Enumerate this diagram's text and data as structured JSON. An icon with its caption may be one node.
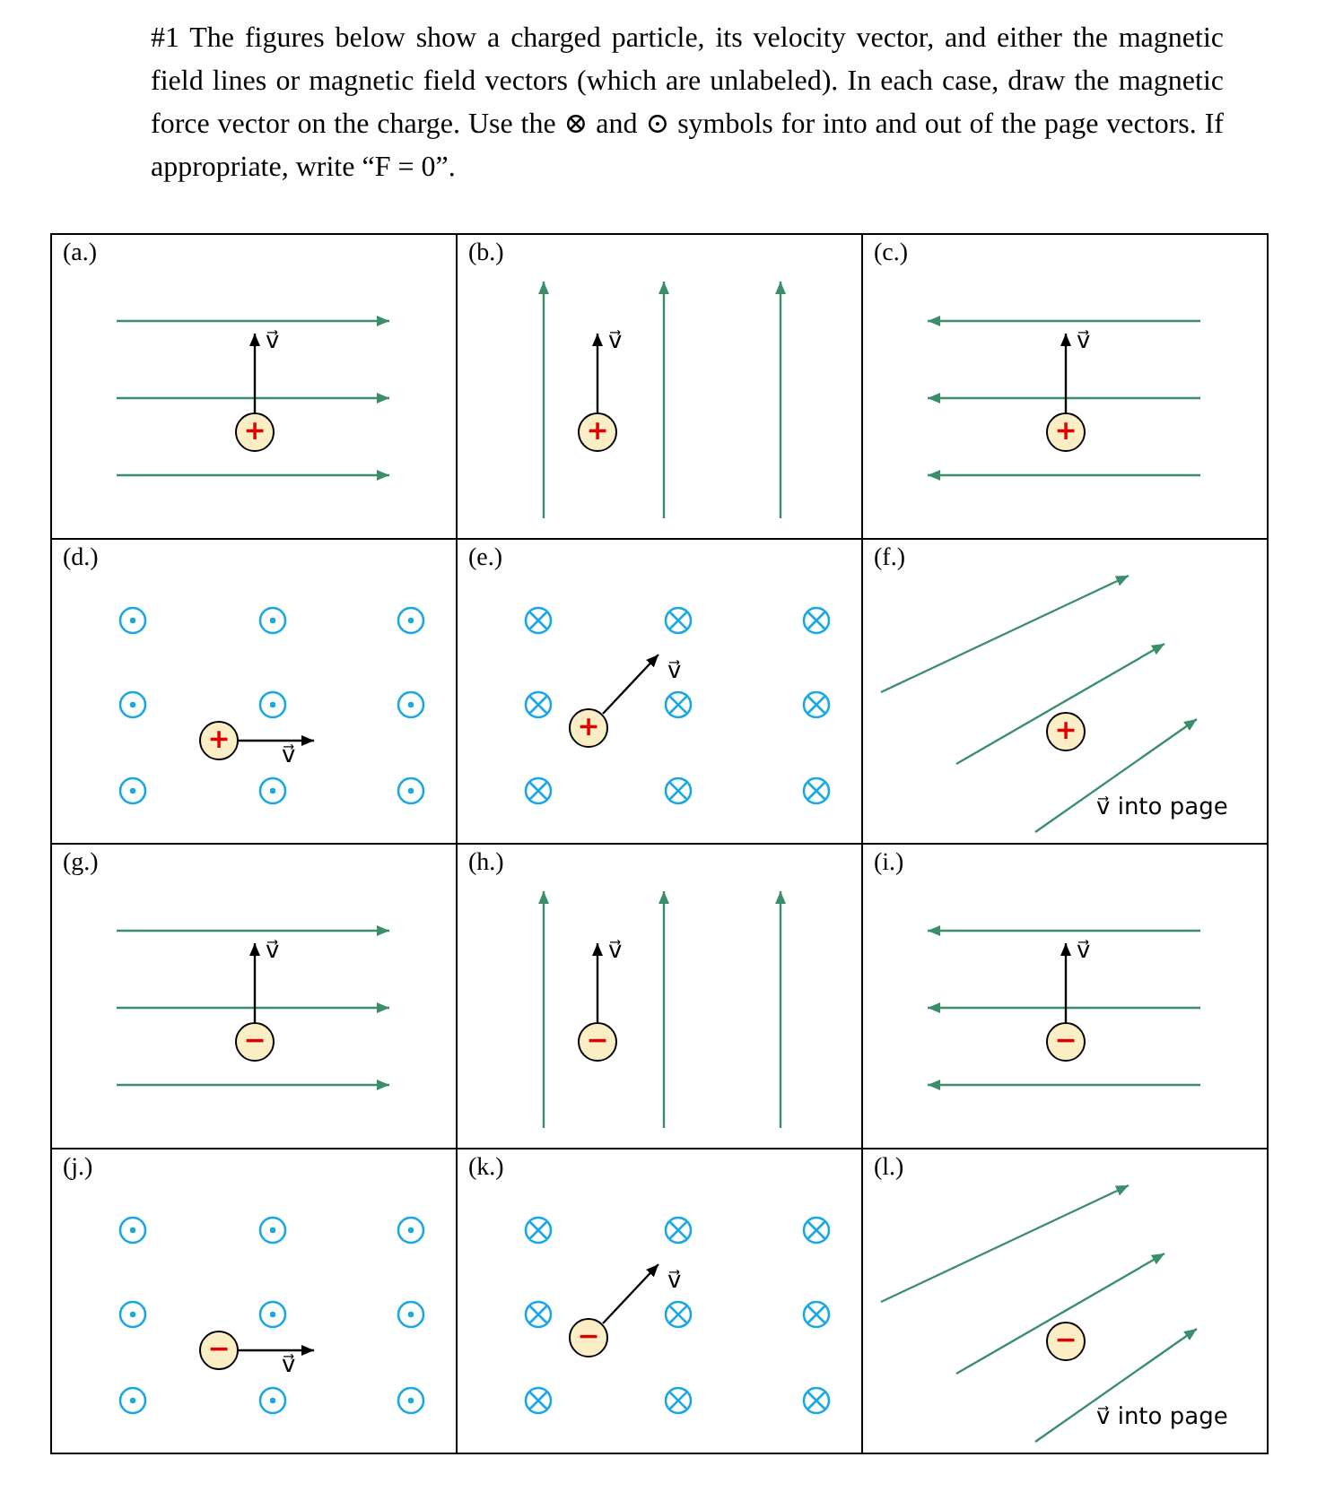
{
  "diagram": {
    "title": "#1 The figures below show a charged particle, its velocity vector, and either the magnetic field lines or magnetic field vectors (which are unlabeled). In each case, draw the magnetic force vector on the charge. Use the ⊗ and ⊙ symbols for into and out of the page vectors. If appropriate, write “F = 0”.",
    "nodes": [
      {
        "text": [
          "(a.)"
        ]
      },
      {
        "text": [
          "+"
        ],
        "in": 0
      },
      {
        "text": [
          "(b.)"
        ]
      },
      {
        "text": [
          "+"
        ],
        "in": 2
      },
      {
        "text": [
          "(c.)"
        ]
      },
      {
        "text": [
          "+"
        ],
        "in": 4
      },
      {
        "text": [
          "(d.)"
        ]
      },
      {
        "text": [
          "+"
        ],
        "in": 6
      },
      {
        "text": [
          "(e.)"
        ]
      },
      {
        "text": [
          "+"
        ],
        "in": 8
      },
      {
        "text": [
          "(f.)"
        ]
      },
      {
        "text": [
          "+"
        ],
        "in": 10
      },
      {
        "text": [
          "(g.)"
        ]
      },
      {
        "text": [
          "−"
        ],
        "in": 12
      },
      {
        "text": [
          "(h.)"
        ]
      },
      {
        "text": [
          "−"
        ],
        "in": 14
      },
      {
        "text": [
          "(i.)"
        ]
      },
      {
        "text": [
          "−"
        ],
        "in": 16
      },
      {
        "text": [
          "(j.)"
        ]
      },
      {
        "text": [
          "−"
        ],
        "in": 18
      },
      {
        "text": [
          "(k.)"
        ]
      },
      {
        "text": [
          "−"
        ],
        "in": 20
      },
      {
        "text": [
          "(l.)"
        ]
      },
      {
        "text": [
          "−"
        ],
        "in": 22
      }
    ],
    "labels": [
      "v⃗",
      "v⃗",
      "v⃗",
      "v⃗",
      "v⃗",
      "v⃗ into page",
      "v⃗",
      "v⃗",
      "v⃗",
      "v⃗",
      "v⃗",
      "v⃗ into page"
    ]
  }
}
